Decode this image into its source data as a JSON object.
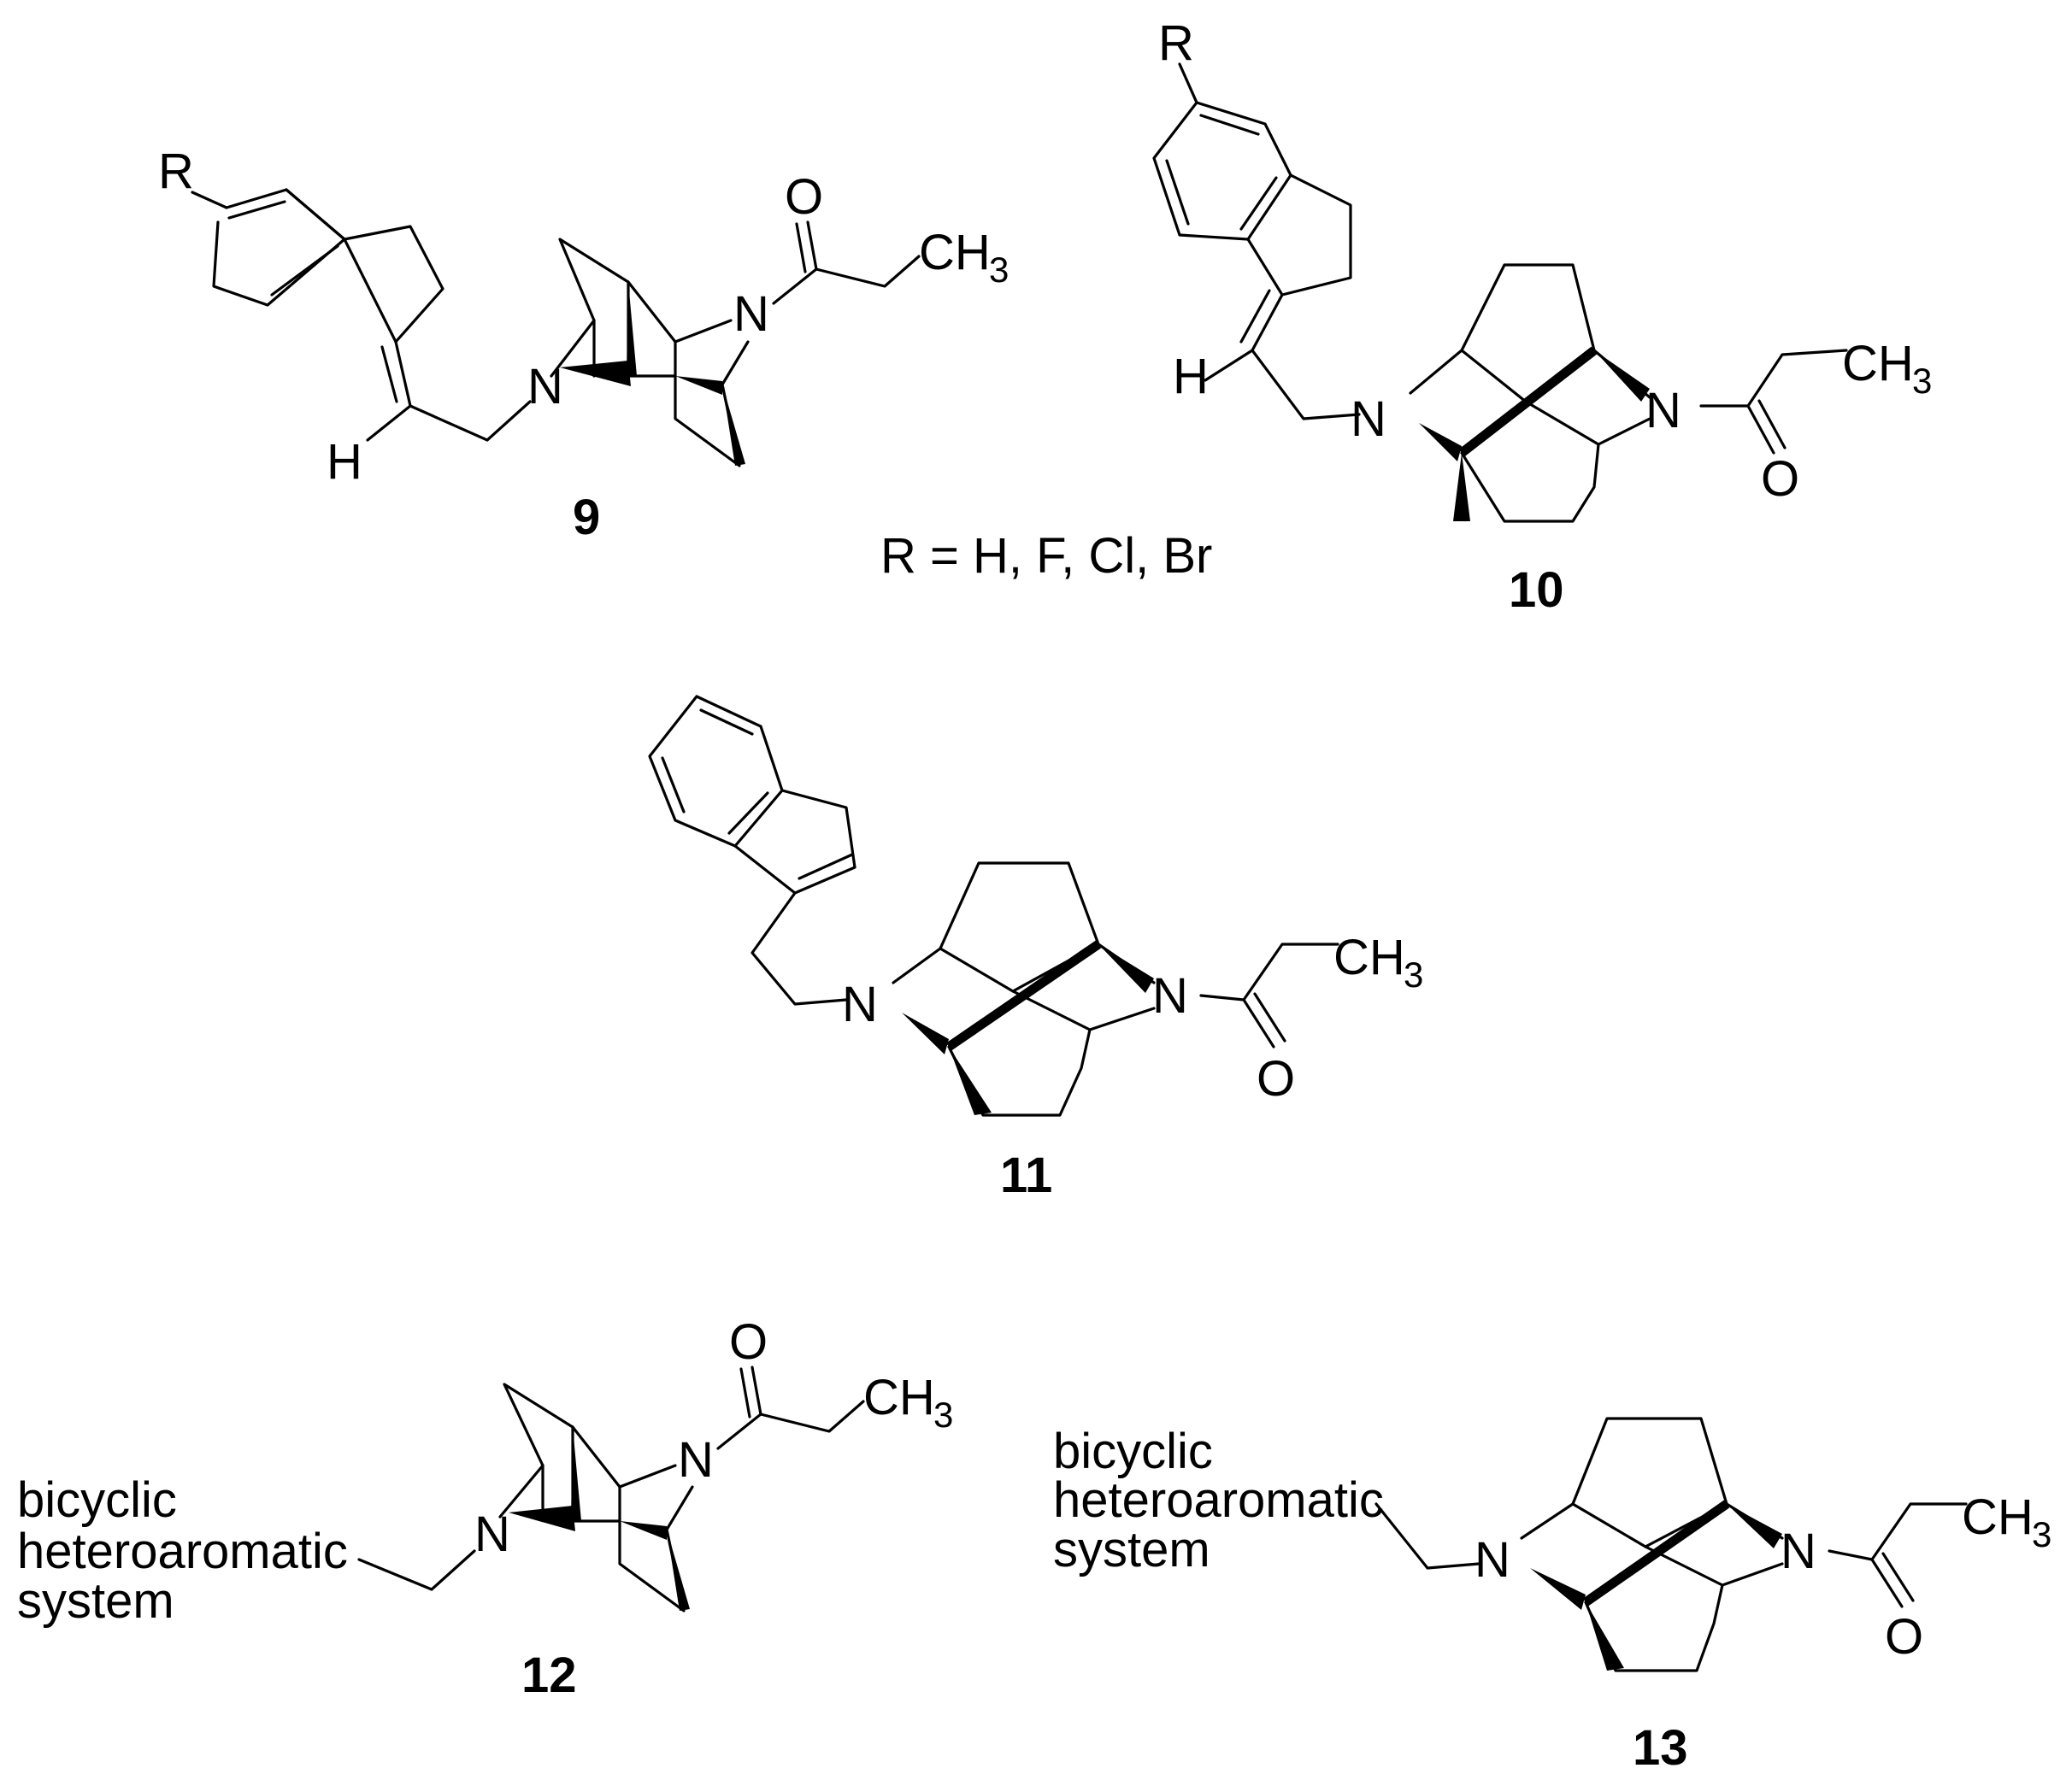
{
  "r_definition": "R = H, F, Cl, Br",
  "compounds": [
    {
      "id": "9",
      "label": "9",
      "atoms": {
        "R": "R",
        "N1": "N",
        "N2": "N",
        "O": "O",
        "CH": "CH",
        "sub3": "3",
        "H": "H"
      }
    },
    {
      "id": "10",
      "label": "10",
      "atoms": {
        "R": "R",
        "N1": "N",
        "N2": "N",
        "O": "O",
        "CH": "CH",
        "sub3": "3",
        "H": "H"
      }
    },
    {
      "id": "11",
      "label": "11",
      "atoms": {
        "N1": "N",
        "N2": "N",
        "O": "O",
        "CH": "CH",
        "sub3": "3"
      }
    },
    {
      "id": "12",
      "label": "12",
      "substituent_lines": [
        "bicyclic",
        "heteroaromatic",
        "system"
      ],
      "atoms": {
        "N1": "N",
        "N2": "N",
        "O": "O",
        "CH": "CH",
        "sub3": "3"
      }
    },
    {
      "id": "13",
      "label": "13",
      "substituent_lines": [
        "bicyclic",
        "heteroaromatic",
        "system"
      ],
      "atoms": {
        "N1": "N",
        "N2": "N",
        "O": "O",
        "CH": "CH",
        "sub3": "3"
      }
    }
  ]
}
